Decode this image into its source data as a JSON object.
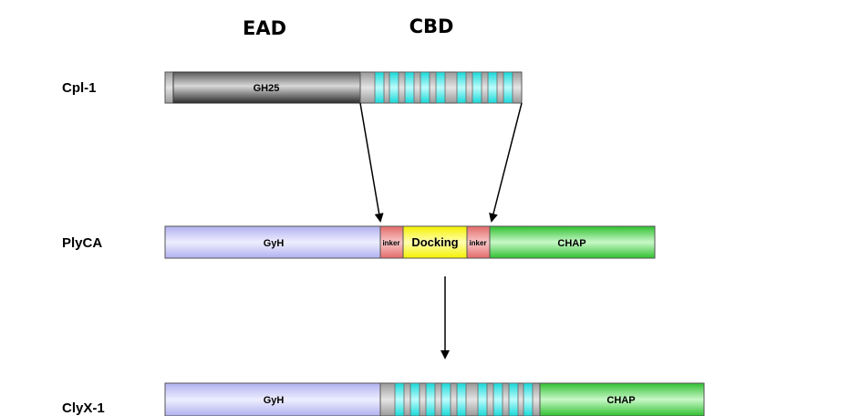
{
  "headers": {
    "ead": "EAD",
    "cbd": "CBD"
  },
  "rows": {
    "cpl1": {
      "label": "Cpl-1",
      "gh25": "GH25"
    },
    "plyca": {
      "label": "PlyCA",
      "gyh": "GyH",
      "linker1": "inker",
      "docking": "Docking",
      "linker2": "inker",
      "chap": "CHAP"
    },
    "clyx1": {
      "label": "ClyX-1",
      "gyh": "GyH",
      "chap": "CHAP"
    }
  },
  "colors": {
    "gh25_dark": "#3a3a3a",
    "gh25_light": "#cfcfcf",
    "gray": "#b4b4b4",
    "cyan": "#33f0f0",
    "lavender": "#c4c4f6",
    "pink": "#ef7f7f",
    "yellow": "#ffff2a",
    "green": "#44d044"
  }
}
